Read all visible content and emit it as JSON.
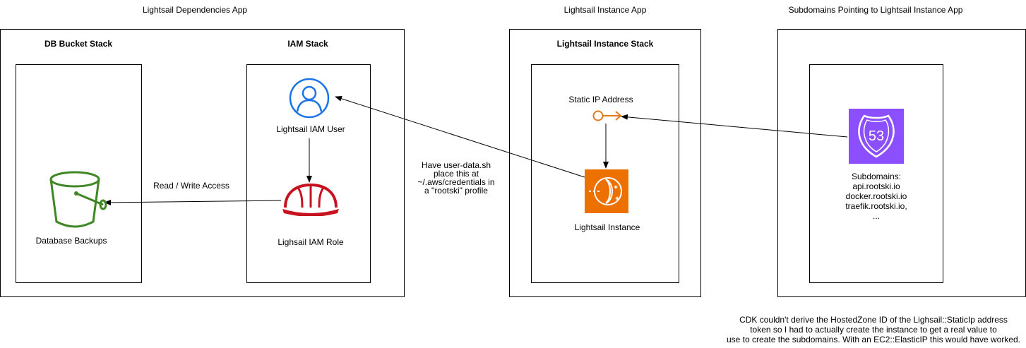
{
  "apps": {
    "dependencies": {
      "title": "Lightsail Dependencies App"
    },
    "instance": {
      "title": "Lightsail Instance App"
    },
    "subdomains": {
      "title": "Subdomains Pointing to Lightsail Instance App"
    }
  },
  "stacks": {
    "db_bucket": {
      "title": "DB Bucket Stack"
    },
    "iam": {
      "title": "IAM Stack"
    },
    "lightsail_instance": {
      "title": "Lightsail Instance Stack"
    }
  },
  "nodes": {
    "database_backups": {
      "label": "Database Backups",
      "icon": "s3-bucket-icon",
      "color": "#3f8624"
    },
    "iam_user": {
      "label": "Lightsail IAM User",
      "icon": "iam-user-icon",
      "color": "#1a73e8"
    },
    "iam_role": {
      "label": "Lighsail IAM Role",
      "icon": "iam-role-hardhat-icon",
      "color": "#c7131f"
    },
    "static_ip": {
      "label": "Static IP Address",
      "icon": "static-ip-key-icon",
      "color": "#e07a1f"
    },
    "instance": {
      "label": "Lightsail Instance",
      "icon": "lightsail-instance-icon",
      "color": "#ed7100"
    },
    "route53": {
      "icon": "route53-icon",
      "color": "#8c4fff",
      "badge": "53",
      "lines": [
        "Subdomains:",
        "api.rootski.io",
        "docker.rootski.io",
        "traefik.rootski.io,",
        "..."
      ]
    }
  },
  "edges": {
    "read_write": {
      "label": "Read / Write Access"
    },
    "credentials": {
      "lines": [
        "Have user-data.sh",
        "place this at",
        "~/.aws/credentials in",
        "a \"rootski\" profile"
      ]
    }
  },
  "note": {
    "lines": [
      "CDK couldn't derive the HostedZone ID of the Lighsail::StaticIp address",
      "token so I had to actually create the instance to get a real value to",
      "use to create the subdomains. With an EC2::ElasticIP this would have worked."
    ]
  }
}
